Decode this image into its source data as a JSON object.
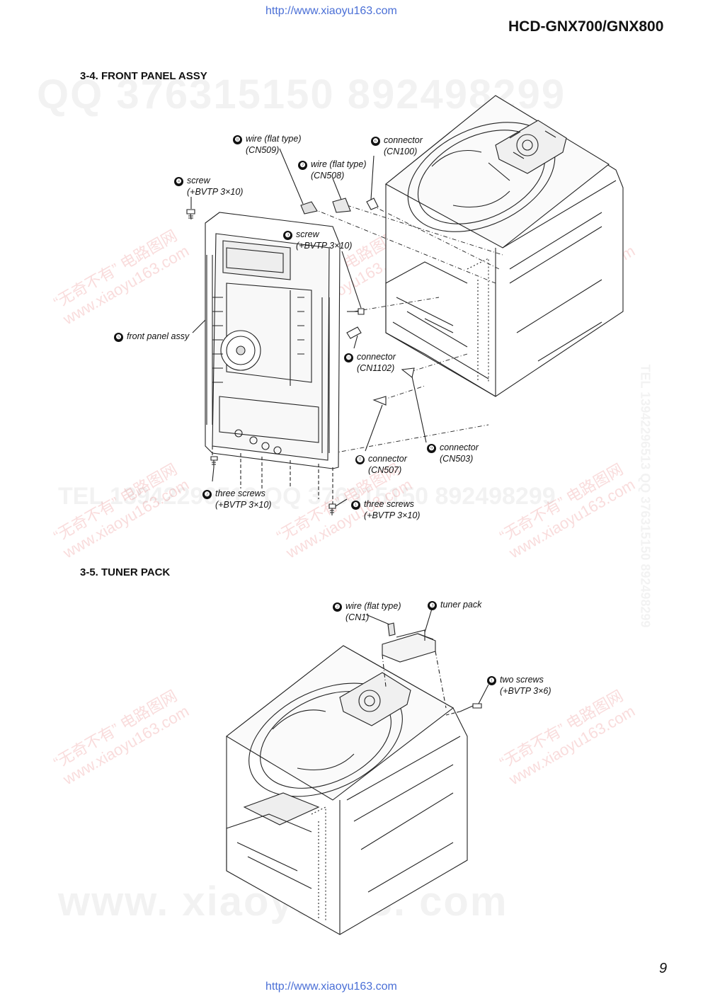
{
  "header": {
    "url_top": "http://www.xiaoyu163.com",
    "model": "HCD-GNX700/GNX800"
  },
  "footer": {
    "url_bottom": "http://www.xiaoyu163.com",
    "page_number": "9"
  },
  "watermarks": {
    "qq_line": "QQ 376315150  892498299",
    "tel_line": "TEL 13942296513  QQ 376315150  892498299",
    "www_line": "www. xiaoyu163. com",
    "cn_text": "“无奇不有” 电路图网",
    "cn_url": "www.xiaoyu163.com",
    "side_text": "TEL 13942296513  QQ 376315150  892498299"
  },
  "section_34": {
    "title": "3-4. FRONT PANEL ASSY",
    "callouts": [
      {
        "num": "❽",
        "text": "wire (flat type)",
        "sub": "(CN509)"
      },
      {
        "num": "❻",
        "text": "connector",
        "sub": "(CN100)"
      },
      {
        "num": "❼",
        "text": "wire (flat type)",
        "sub": "(CN508)"
      },
      {
        "num": "❹",
        "text": "screw",
        "sub": "(+BVTP 3×10)"
      },
      {
        "num": "❸",
        "text": "screw",
        "sub": "(+BVTP 3×10)"
      },
      {
        "num": "❺",
        "text": "front panel assy",
        "sub": ""
      },
      {
        "num": "❿",
        "text": "connector",
        "sub": "(CN1102)"
      },
      {
        "num": "❾",
        "text": "connector",
        "sub": "(CN503)"
      },
      {
        "num": "⓫",
        "text": "connector",
        "sub": "(CN507)"
      },
      {
        "num": "❷",
        "text": "three screws",
        "sub": "(+BVTP 3×10)"
      },
      {
        "num": "❶",
        "text": "three screws",
        "sub": "(+BVTP 3×10)"
      }
    ]
  },
  "section_35": {
    "title": "3-5. TUNER PACK",
    "callouts": [
      {
        "num": "❷",
        "text": "wire (flat type)",
        "sub": "(CN1)"
      },
      {
        "num": "❸",
        "text": "tuner pack",
        "sub": ""
      },
      {
        "num": "❶",
        "text": "two screws",
        "sub": "(+BVTP 3×6)"
      }
    ]
  }
}
